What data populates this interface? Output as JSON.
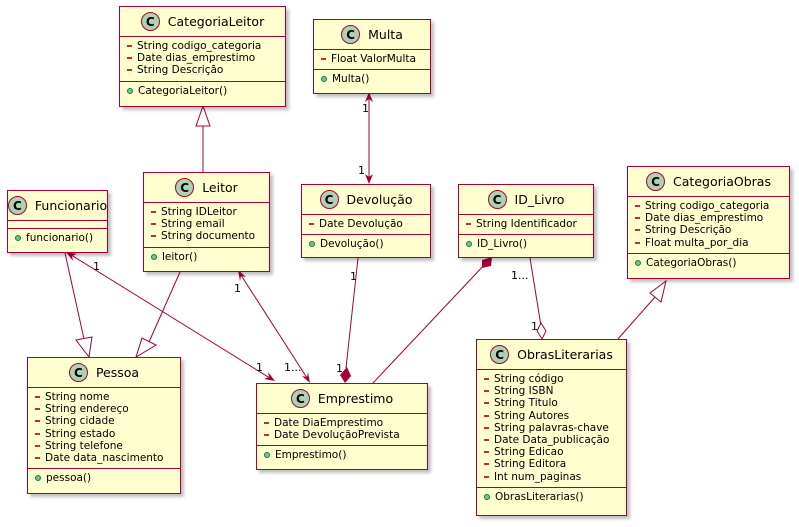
{
  "classes": {
    "categoria_leitor": {
      "badge": "C",
      "name": "CategoriaLeitor",
      "attributes": [
        "String codigo_categoria",
        "Date dias_emprestimo",
        "String Descrição"
      ],
      "methods": [
        "CategoriaLeitor()"
      ]
    },
    "multa": {
      "badge": "C",
      "name": "Multa",
      "attributes": [
        "Float ValorMulta"
      ],
      "methods": [
        "Multa()"
      ]
    },
    "funcionario": {
      "badge": "C",
      "name": "Funcionario",
      "attributes": [],
      "methods": [
        "funcionario()"
      ]
    },
    "leitor": {
      "badge": "C",
      "name": "Leitor",
      "attributes": [
        "String IDLeitor",
        "String email",
        "String documento"
      ],
      "methods": [
        "leitor()"
      ]
    },
    "devolucao": {
      "badge": "C",
      "name": "Devolução",
      "attributes": [
        "Date Devolução"
      ],
      "methods": [
        "Devolução()"
      ]
    },
    "id_livro": {
      "badge": "C",
      "name": "ID_Livro",
      "attributes": [
        "String Identificador"
      ],
      "methods": [
        "ID_Livro()"
      ]
    },
    "categoria_obras": {
      "badge": "C",
      "name": "CategoriaObras",
      "attributes": [
        "String codigo_categoria",
        "Date dias_emprestimo",
        "String Descrição",
        "Float multa_por_dia"
      ],
      "methods": [
        "CategoriaObras()"
      ]
    },
    "pessoa": {
      "badge": "C",
      "name": "Pessoa",
      "attributes": [
        "String nome",
        "String endereço",
        "String cidade",
        "String estado",
        "String telefone",
        "Date data_nascimento"
      ],
      "methods": [
        "pessoa()"
      ]
    },
    "emprestimo": {
      "badge": "C",
      "name": "Emprestimo",
      "attributes": [
        "Date DiaEmprestimo",
        "Date DevoluçãoPrevista"
      ],
      "methods": [
        "Emprestimo()"
      ]
    },
    "obras_literarias": {
      "badge": "C",
      "name": "ObrasLiterarias",
      "attributes": [
        "String código",
        "String ISBN",
        "String Titulo",
        "String Autores",
        "String palavras-chave",
        "Date Data_publicação",
        "String Edicao",
        "String Editora",
        "Int num_paginas"
      ],
      "methods": [
        "ObrasLiterarias()"
      ]
    }
  },
  "multiplicities": {
    "multa_devolucao_from": "1",
    "multa_devolucao_to": "1",
    "funcionario_emprestimo_from": "1",
    "funcionario_emprestimo_to": "1",
    "leitor_emprestimo_from": "1",
    "leitor_emprestimo_to": "1...",
    "devolucao_emprestimo_from": "1",
    "devolucao_emprestimo_to": "1",
    "idlivro_obras_from": "1...",
    "idlivro_obras_to": "1"
  },
  "colors": {
    "class_fill": "#FEFECE",
    "class_border": "#A80036",
    "badge_fill": "#ADD1B2",
    "private_marker": "#C82930",
    "public_marker": "#84BE84"
  }
}
